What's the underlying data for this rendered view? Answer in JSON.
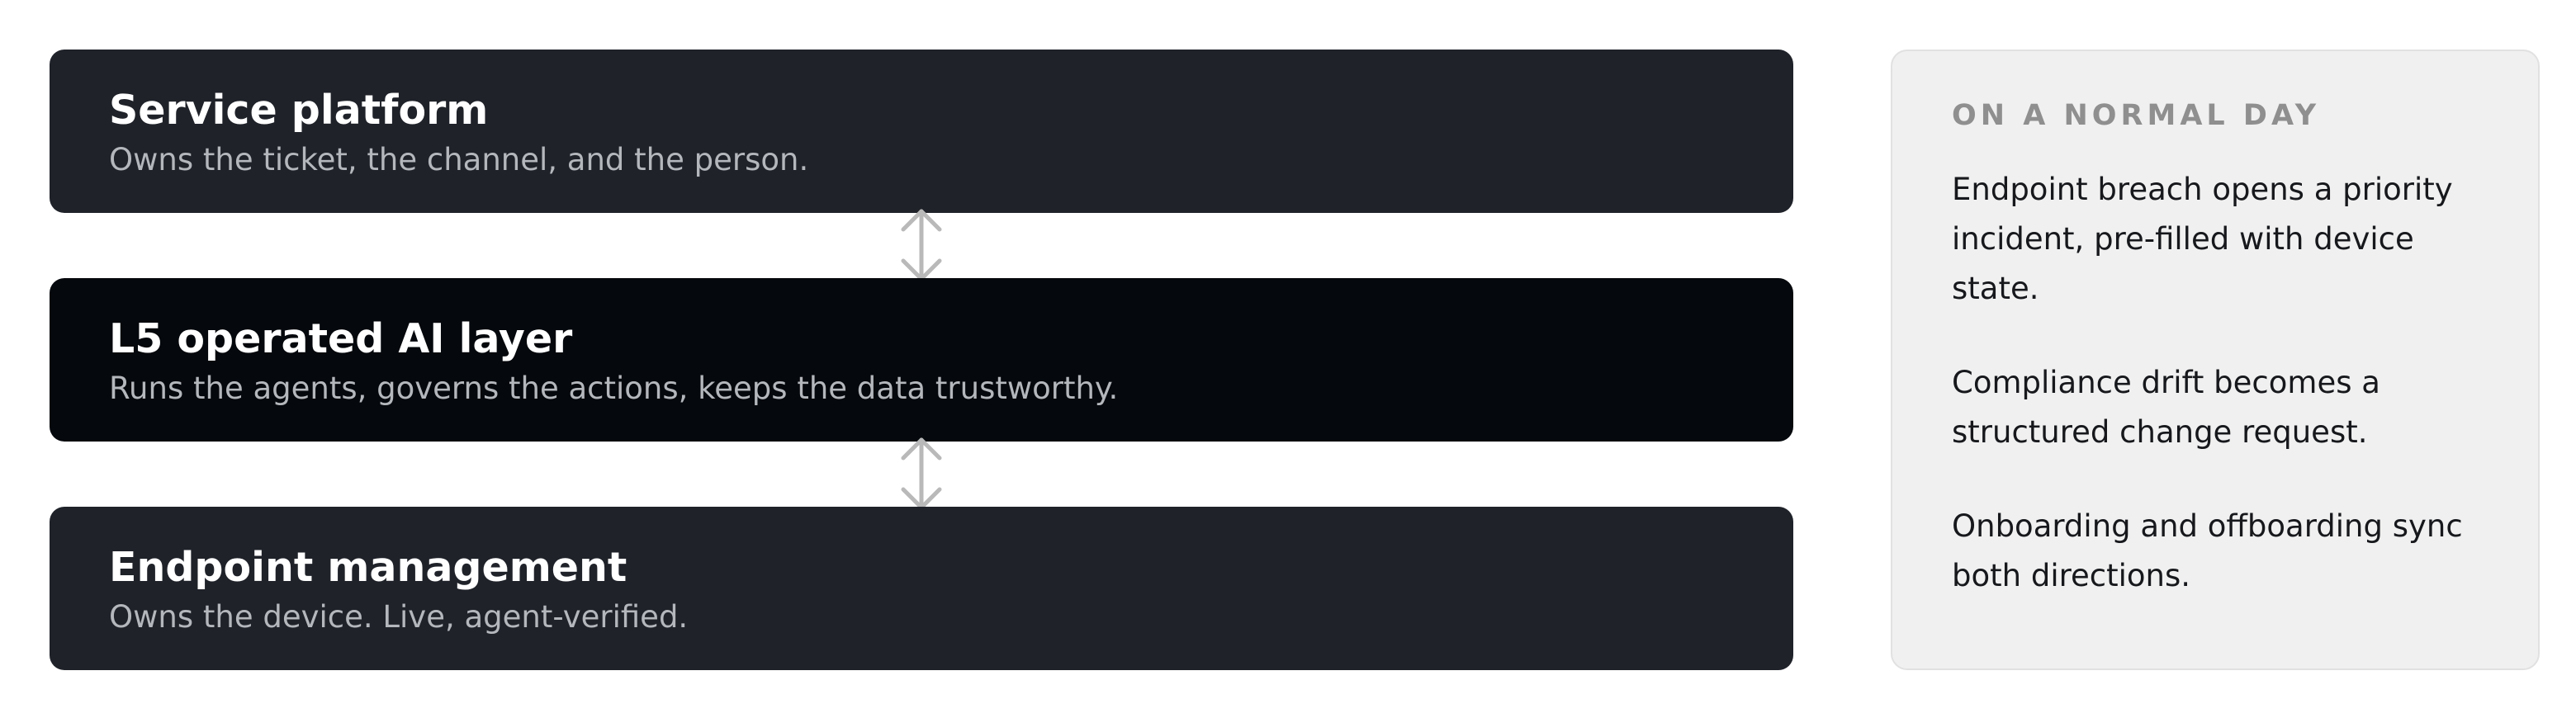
{
  "layers": [
    {
      "title": "Service platform",
      "subtitle": "Owns the ticket, the channel, and the person."
    },
    {
      "title": "L5 operated AI layer",
      "subtitle": "Runs the agents, governs the actions, keeps the data trustworthy."
    },
    {
      "title": "Endpoint management",
      "subtitle": "Owns the device. Live, agent-verified."
    }
  ],
  "connectors": [
    {
      "from": "Service platform",
      "to": "L5 operated AI layer",
      "direction": "bidirectional",
      "icon": "double-arrow-vertical-icon"
    },
    {
      "from": "L5 operated AI layer",
      "to": "Endpoint management",
      "direction": "bidirectional",
      "icon": "double-arrow-vertical-icon"
    }
  ],
  "side_panel": {
    "heading": "ON A NORMAL DAY",
    "items": [
      "Endpoint breach opens a priority incident, pre-filled with device state.",
      "Compliance drift becomes a structured change request.",
      "Onboarding and offboarding sync both directions."
    ]
  },
  "colors": {
    "layer_dark": "#1f2229",
    "layer_darkest": "#05080c",
    "connector_gray": "#b9b9b9",
    "panel_bg": "#f0f0f0",
    "panel_heading": "#8f8f8f"
  }
}
